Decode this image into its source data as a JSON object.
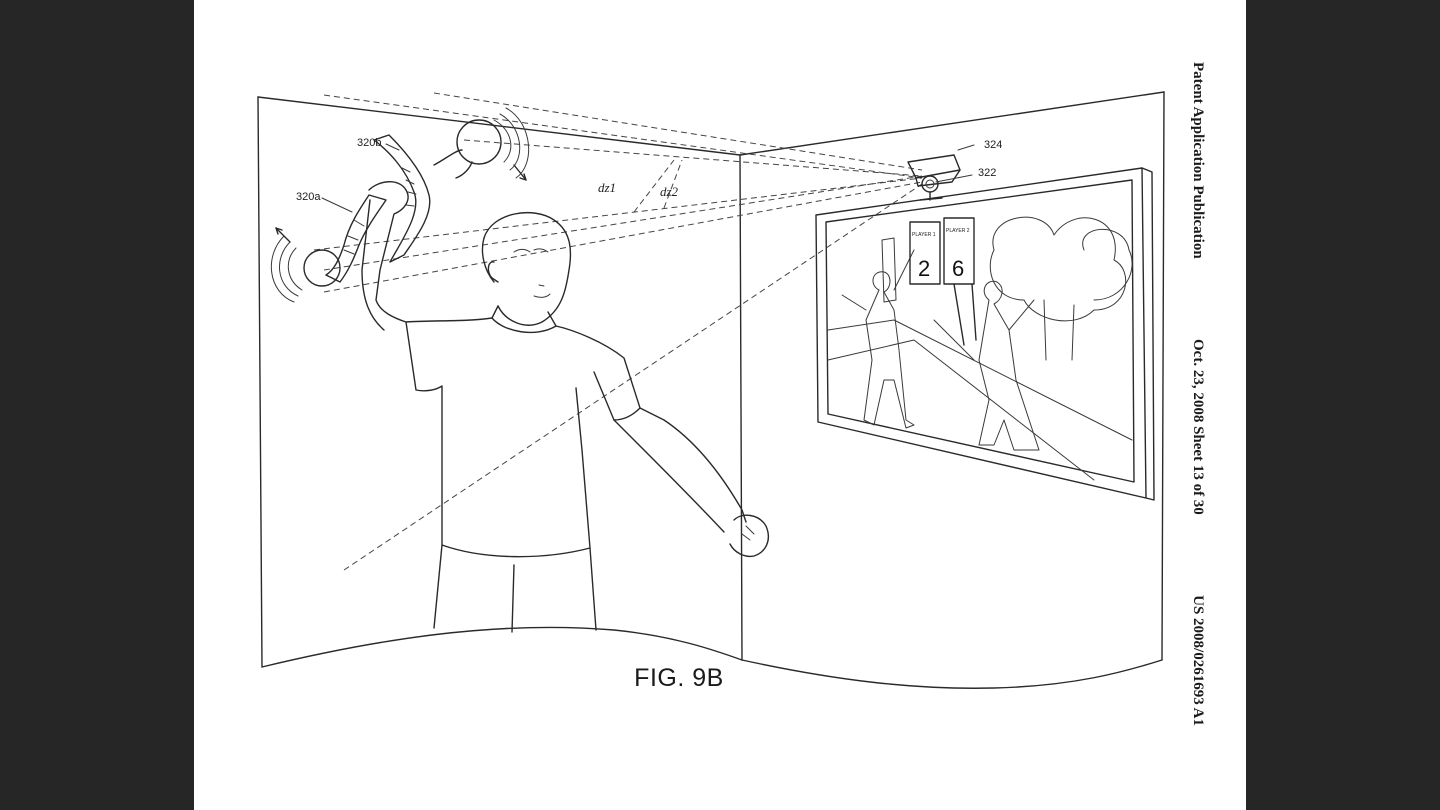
{
  "header": {
    "publication_type": "Patent Application Publication",
    "date_sheet": "Oct. 23, 2008   Sheet 13 of 30",
    "publication_number": "US 2008/0261693 A1"
  },
  "figure": {
    "caption": "FIG. 9B",
    "labels": {
      "controller_a": "320a",
      "controller_b": "320b",
      "camera_housing": "324",
      "camera_lens": "322",
      "distance_1": "dz1",
      "distance_2": "dz2"
    },
    "scoreboard": {
      "player1_label": "PLAYER 1",
      "player1_score": "2",
      "player2_label": "PLAYER 2",
      "player2_score": "6"
    }
  }
}
